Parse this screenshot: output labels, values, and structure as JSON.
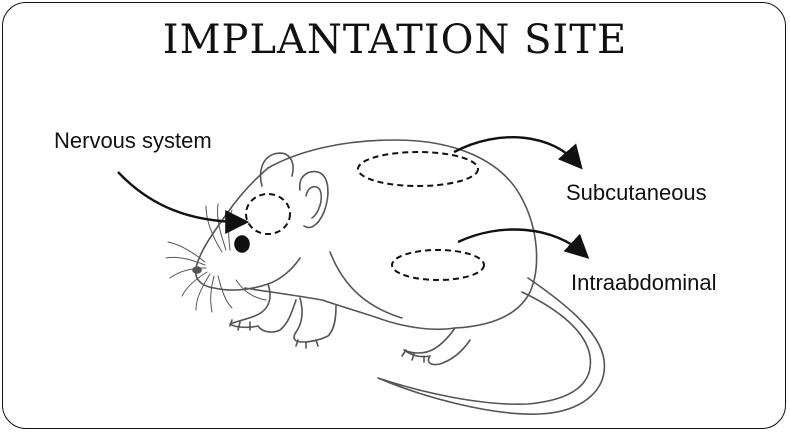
{
  "title": "IMPLANTATION SITE",
  "sites": {
    "nervous": "Nervous system",
    "subcutaneous": "Subcutaneous",
    "intraabdominal": "Intraabdominal"
  },
  "colors": {
    "line": "#111111",
    "mouse_outline": "#555555",
    "background": "#ffffff"
  }
}
